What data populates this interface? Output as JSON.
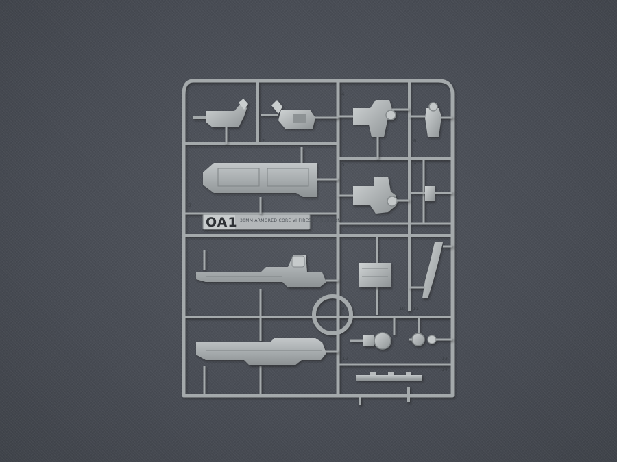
{
  "photo": {
    "background_color": "#4b4f57",
    "sprue_color": "#a4a9ab",
    "sprue_shadow_color": "#7d8284"
  },
  "sprue": {
    "code": "OA1",
    "subtitle": "30MM ARMORED CORE VI FIRES OF RUBICON",
    "part_numbers": [
      "1",
      "2",
      "3",
      "4",
      "5",
      "6",
      "7",
      "8",
      "9",
      "10",
      "11",
      "12",
      "13",
      "14"
    ]
  }
}
